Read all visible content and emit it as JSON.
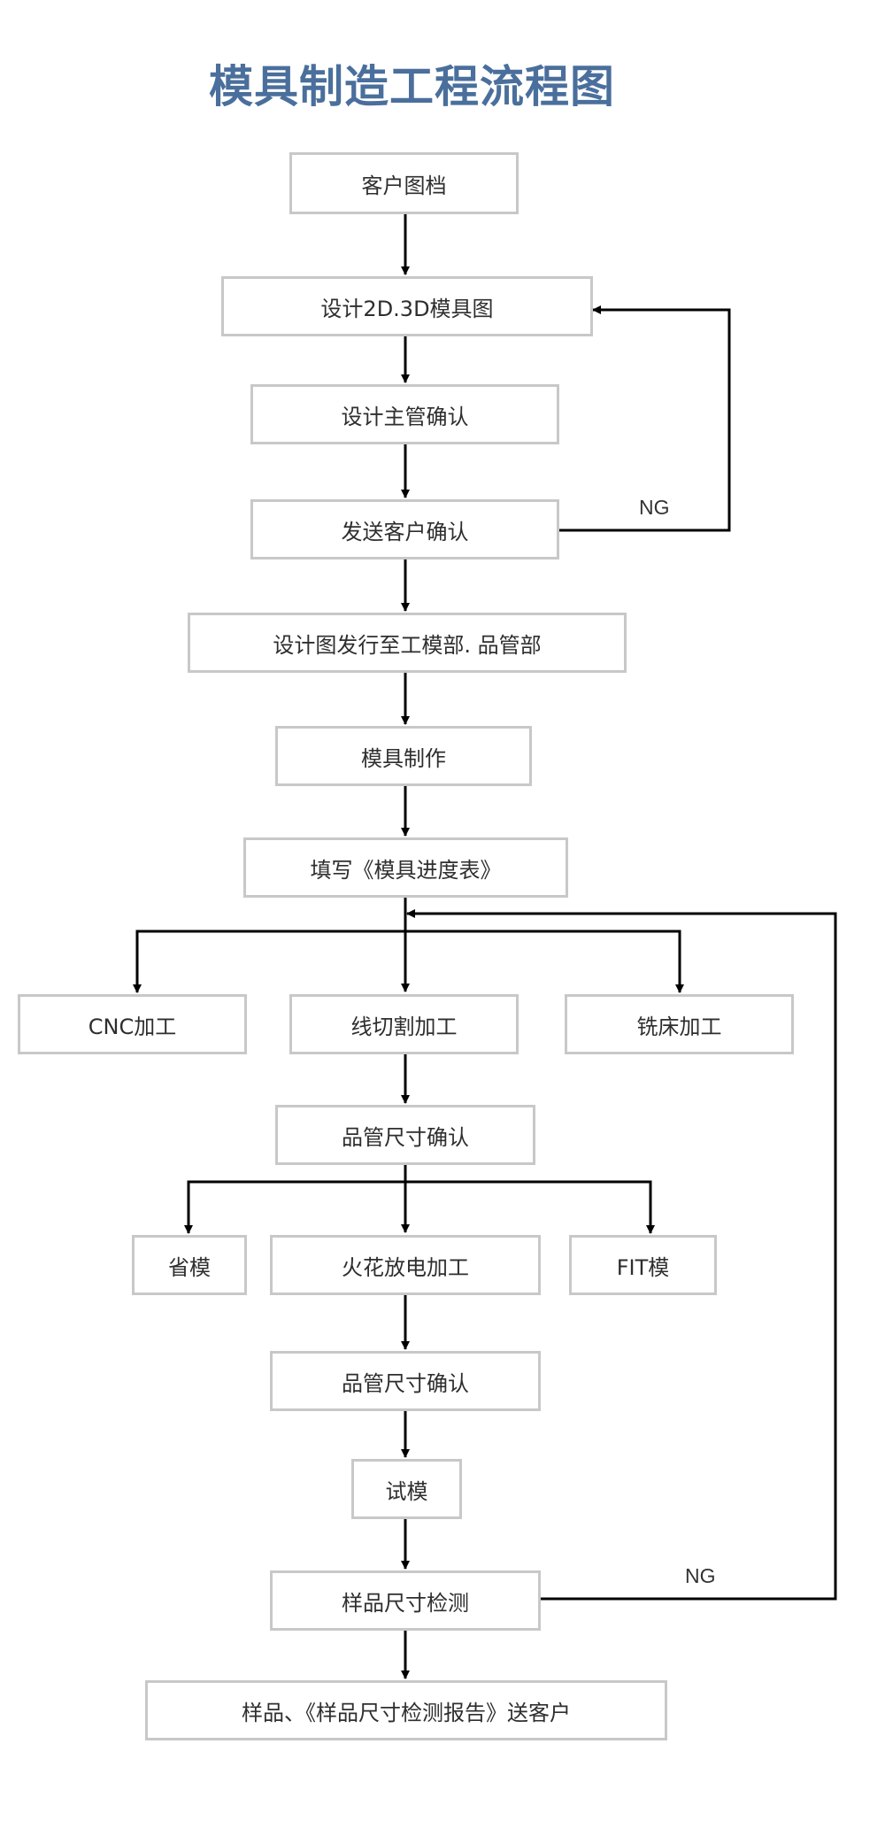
{
  "title": "模具制造工程流程图",
  "nodes": {
    "n1": "客户图档",
    "n2": "设计2D.3D模具图",
    "n3": "设计主管确认",
    "n4": "发送客户确认",
    "n5": "设计图发行至工模部. 品管部",
    "n6": "模具制作",
    "n7": "填写《模具进度表》",
    "n8a": "CNC加工",
    "n8b": "线切割加工",
    "n8c": "铣床加工",
    "n9": "品管尺寸确认",
    "n10a": "省模",
    "n10b": "火花放电加工",
    "n10c": "FIT模",
    "n11": "品管尺寸确认",
    "n12": "试模",
    "n13": "样品尺寸检测",
    "n14": "样品、《样品尺寸检测报告》送客户"
  },
  "ng_labels": {
    "ng1": "NG",
    "ng2": "NG"
  }
}
